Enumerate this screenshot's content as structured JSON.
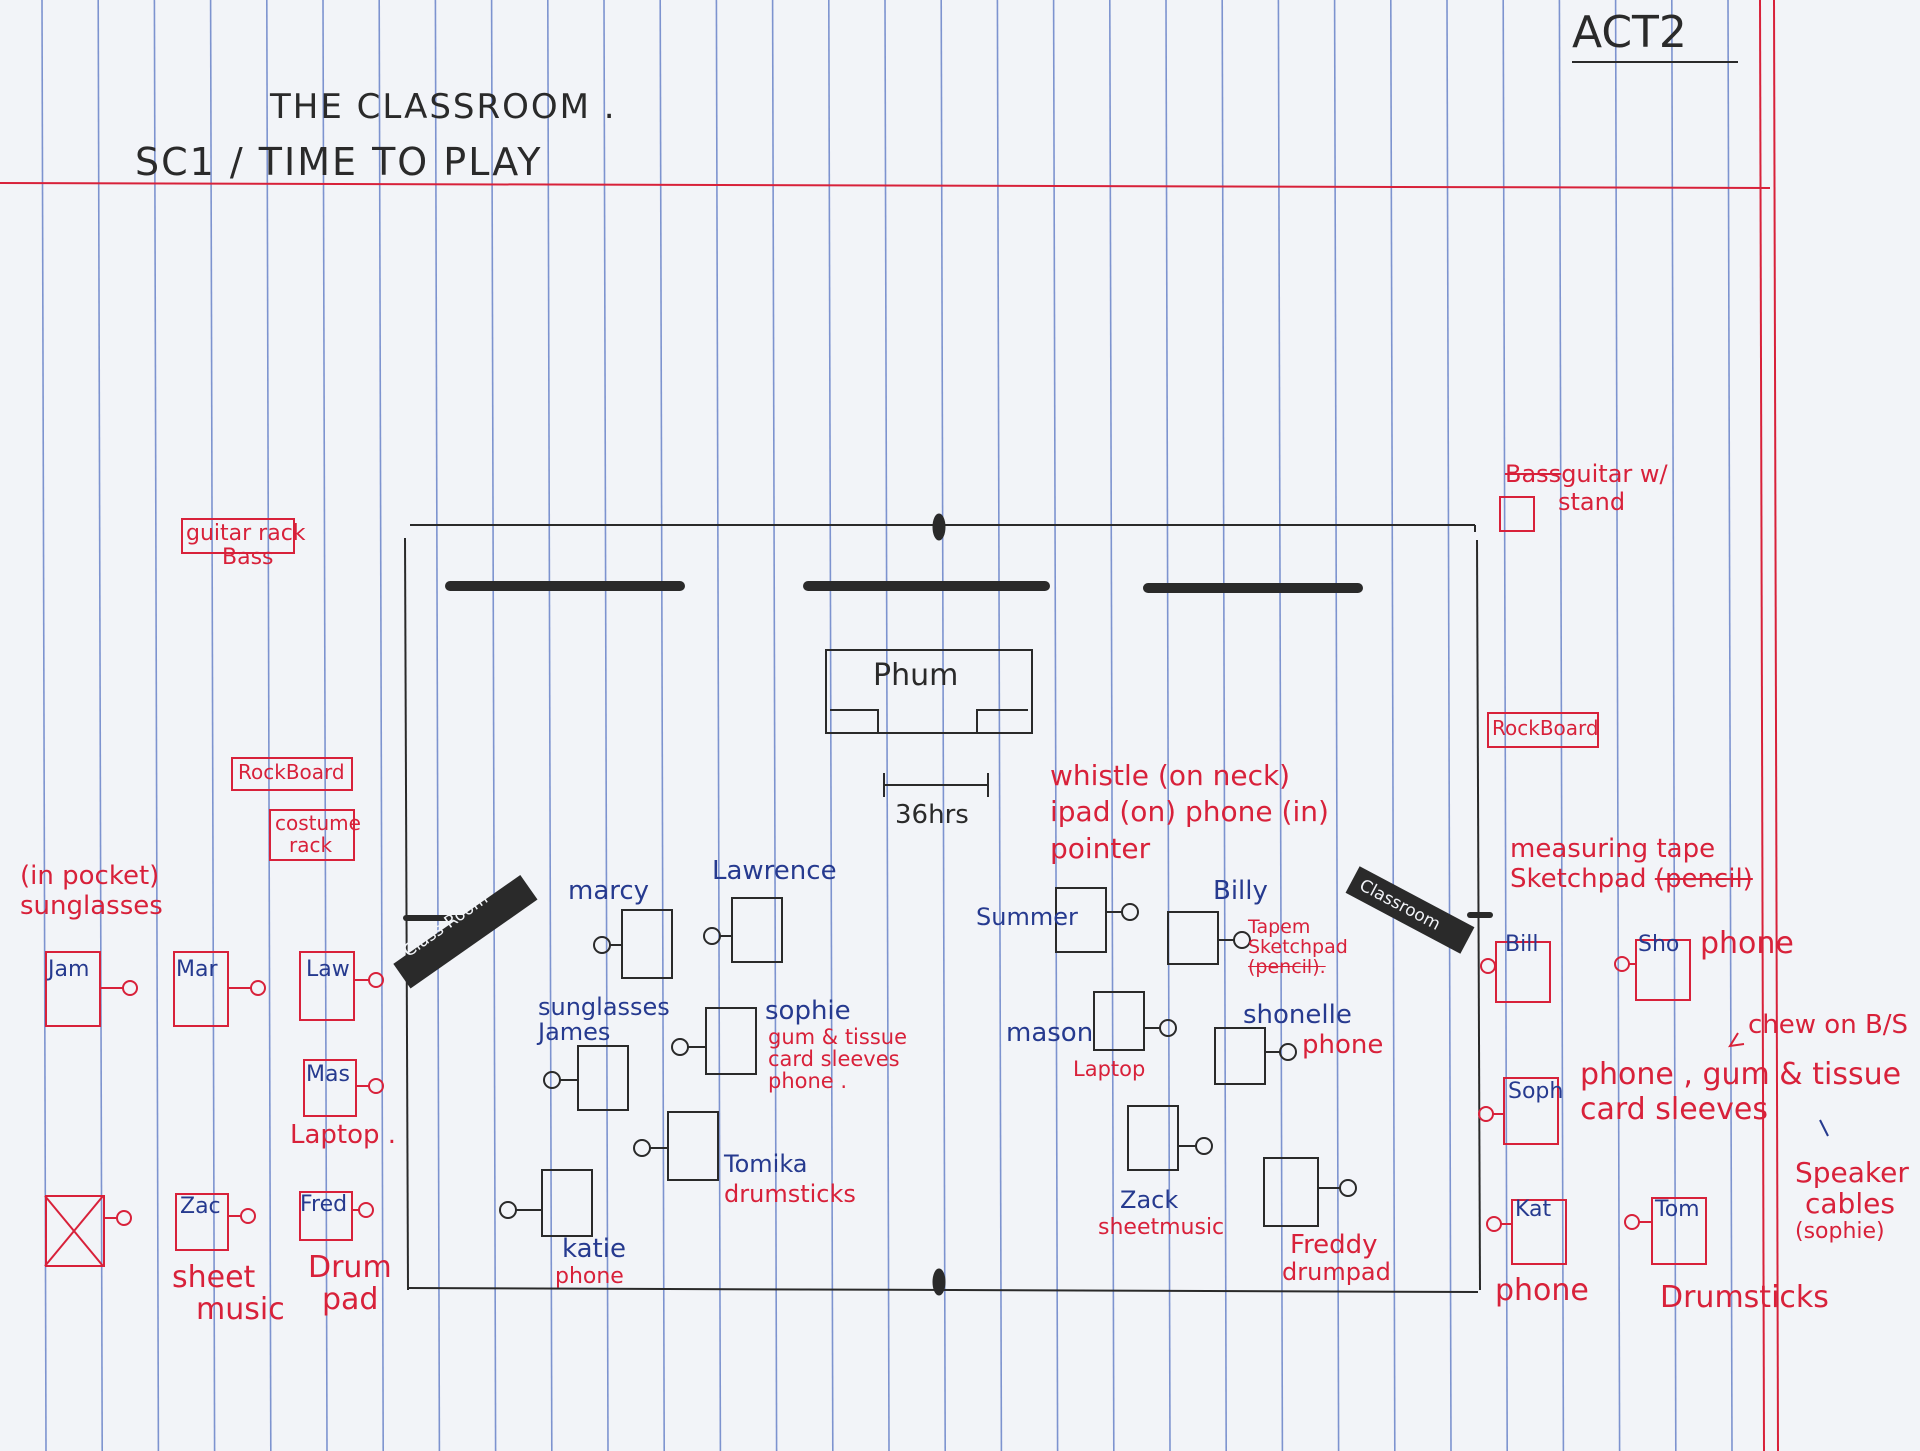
{
  "header": {
    "act": "ACT2",
    "title_line1": "THE CLASSROOM .",
    "title_line2": "SC1 / TIME TO PLAY"
  },
  "colors": {
    "paper": "#f2f4f8",
    "rule_blue": "#7d93cf",
    "margin_red": "#d8213a",
    "ink_red": "#d8213a",
    "ink_blue": "#263a8f",
    "ink_black": "#2a2a2a"
  },
  "stage": {
    "center_box_label": "Phum",
    "measure_label": "36hrs",
    "left_door_label": "Class Room",
    "right_door_label": "Classroom",
    "sr_notes": [
      "whistle (on neck)",
      "ipad (on) phone (in)",
      "pointer"
    ]
  },
  "desks": {
    "marcy": {
      "label": "marcy"
    },
    "lawrence": {
      "label": "Lawrence"
    },
    "summer": {
      "label": "Summer"
    },
    "billy": {
      "label": "Billy",
      "props": [
        "Tapem",
        "Sketchpad",
        "(pencil)."
      ]
    },
    "james": {
      "label": [
        "sunglasses",
        "James"
      ]
    },
    "sophie": {
      "label": "sophie",
      "props": [
        "gum & tissue",
        "card sleeves",
        "phone ."
      ]
    },
    "mason": {
      "label": "mason",
      "props": [
        "Laptop"
      ]
    },
    "shonelle": {
      "label": "shonelle",
      "props": [
        "phone"
      ]
    },
    "tomika": {
      "label": "Tomika",
      "props": [
        "drumsticks"
      ]
    },
    "katie": {
      "label": "katie",
      "props": [
        "phone"
      ]
    },
    "zack": {
      "label": "Zack",
      "props": [
        "sheetmusic"
      ]
    },
    "freddy": {
      "label": "Freddy",
      "props": [
        "drumpad"
      ]
    }
  },
  "left_wing": {
    "guitar_rack": [
      "guitar rack",
      "Bass"
    ],
    "rockboard": "RockBoard",
    "costume_rack": [
      "costume",
      "rack"
    ],
    "pocket_note": [
      "(in pocket)",
      "sunglasses"
    ],
    "boxes": {
      "jam": "Jam",
      "mar": "Mar",
      "law": "Law",
      "mas": "Mas",
      "zac": "Zac",
      "fred": "Fred"
    },
    "laptop": "Laptop .",
    "sheet_music": [
      "sheet",
      "music"
    ],
    "drum_pad": [
      "Drum",
      "pad"
    ]
  },
  "right_wing": {
    "bass_note": {
      "struck": "Bass",
      "text": [
        "guitar w/",
        "stand"
      ]
    },
    "rockboard": "RockBoard",
    "measuring": [
      "measuring tape",
      "Sketchpad"
    ],
    "measuring_struck": "(pencil)",
    "boxes": {
      "bill": "Bill",
      "sho": "Sho",
      "soph": "Soph",
      "kat": "Kat",
      "tom": "Tom"
    },
    "sho_prop": "phone",
    "soph_props": [
      "phone , gum & tissue",
      "card sleeves"
    ],
    "chew_note": "chew on B/S",
    "kat_prop": "phone",
    "tom_prop": "Drumsticks",
    "speaker": [
      "Speaker",
      "cables",
      "(sophie)"
    ]
  }
}
